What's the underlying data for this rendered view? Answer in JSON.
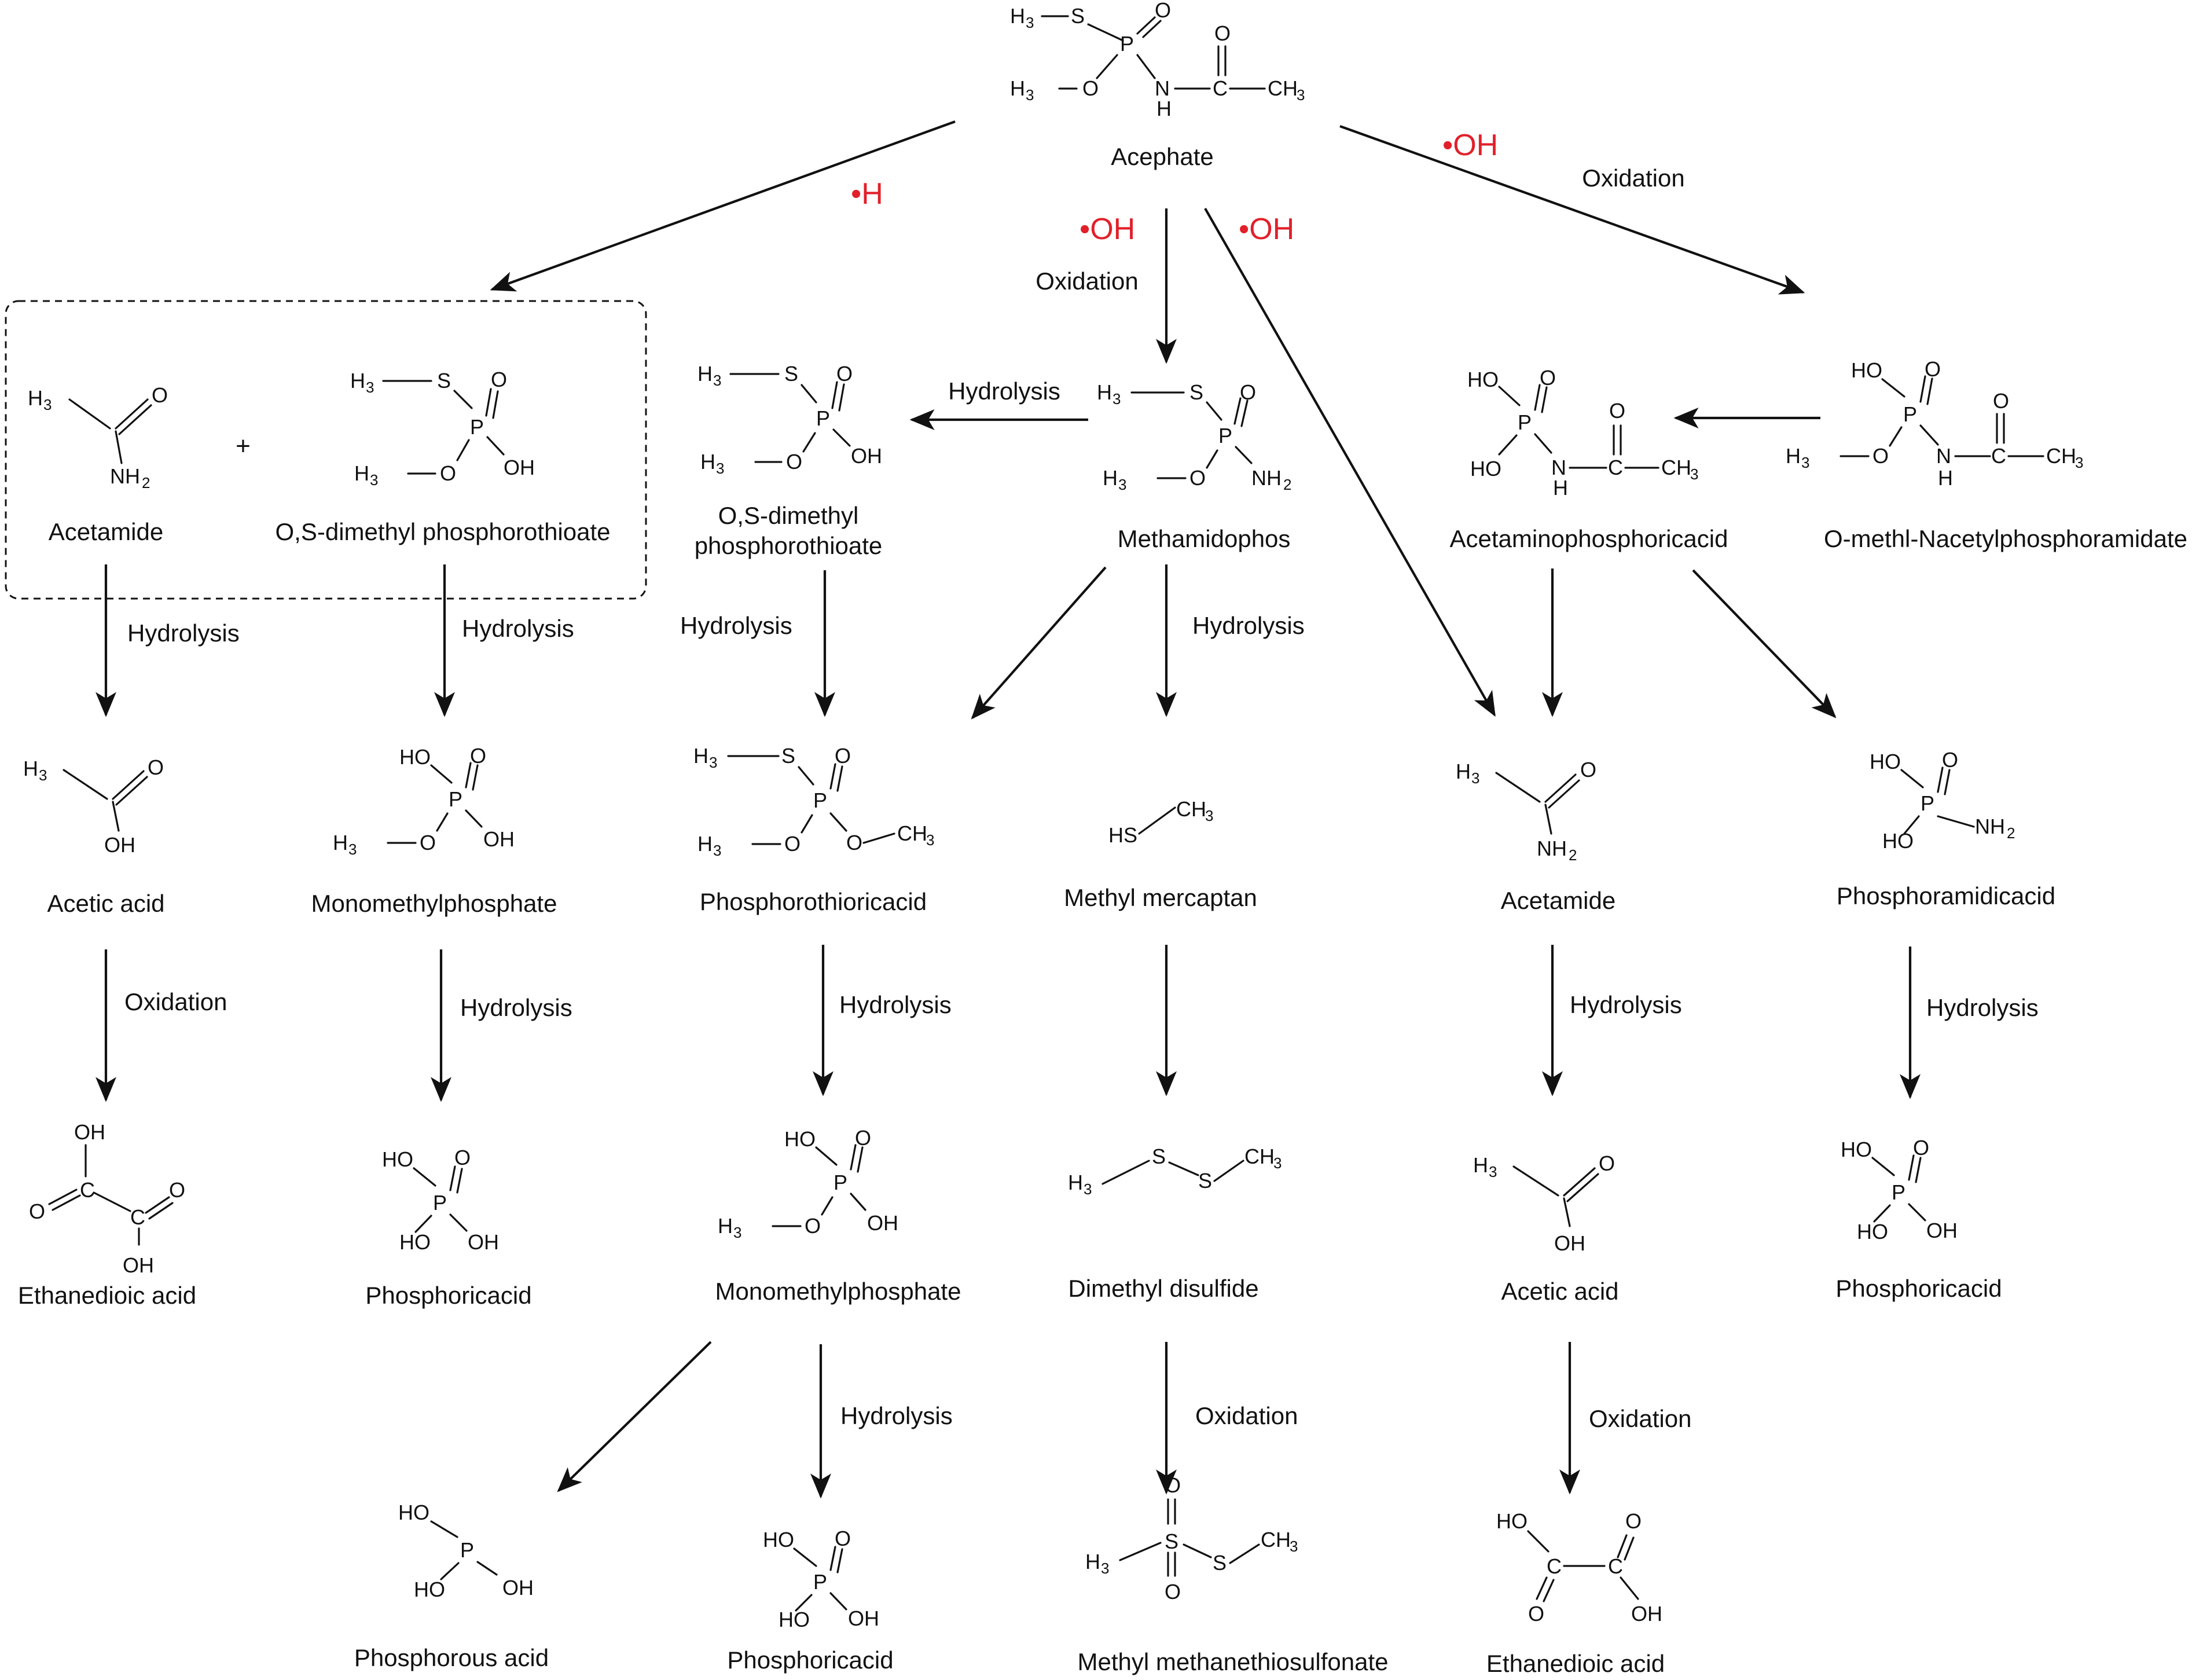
{
  "colors": {
    "radical": "#e2202a",
    "ink": "#111111"
  },
  "radicals": {
    "h": "•H",
    "oh": "•OH"
  },
  "atoms": {
    "h3c": "H",
    "ch3": "CH",
    "nh2": "NH",
    "sub3": "3",
    "sub2": "2",
    "s": "S",
    "p": "P",
    "o": "O",
    "n": "N",
    "h": "H",
    "c": "C",
    "oh": "OH",
    "ho": "HO",
    "hs": "HS",
    "plus": "+"
  },
  "reactions": {
    "hydrolysis": "Hydrolysis",
    "oxidation": "Oxidation"
  },
  "compounds": {
    "acephate": "Acephate",
    "acetamide": "Acetamide",
    "os_dimethyl_phosphorothioate": "O,S-dimethyl phosphorothioate",
    "os_dimethyl_line1": "O,S-dimethyl",
    "os_dimethyl_line2": "phosphorothioate",
    "methamidophos": "Methamidophos",
    "acetaminophosphoric_acid": "Acetaminophosphoricacid",
    "o_methyl_n_acetyl": "O-methl-Nacetylphosphoramidate",
    "acetic_acid": "Acetic acid",
    "monomethyl_phosphate": "Monomethylphosphate",
    "phosphorothioic_acid": "Phosphorothioricacid",
    "methyl_mercaptan": "Methyl mercaptan",
    "phosphoramidic_acid": "Phosphoramidicacid",
    "ethanedioic_acid": "Ethanedioic acid",
    "phosphoric_acid": "Phosphoricacid",
    "dimethyl_disulfide": "Dimethyl disulfide",
    "phosphorous_acid": "Phosphorous acid",
    "methyl_methanethiosulfonate": "Methyl methanethiosulfonate"
  }
}
